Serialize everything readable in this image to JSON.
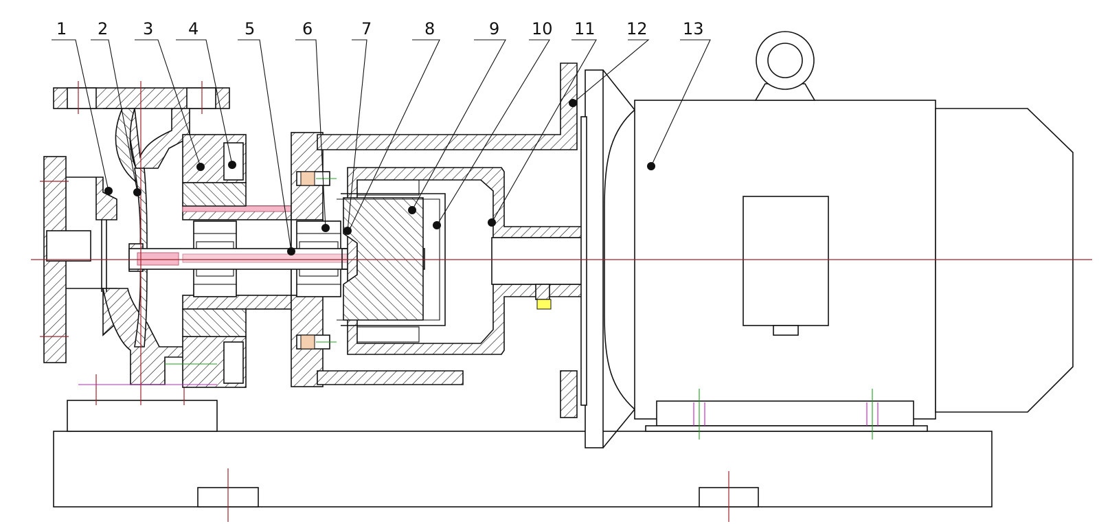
{
  "title": "",
  "callouts": [
    {
      "label": "1"
    },
    {
      "label": "2"
    },
    {
      "label": "3"
    },
    {
      "label": "4"
    },
    {
      "label": "5"
    },
    {
      "label": "6"
    },
    {
      "label": "7"
    },
    {
      "label": "8"
    },
    {
      "label": "9"
    },
    {
      "label": "10"
    },
    {
      "label": "11"
    },
    {
      "label": "12"
    },
    {
      "label": "13"
    }
  ],
  "colors": {
    "line": "#111111",
    "centerline": "#a0202a",
    "aux_green": "#1aa31a",
    "aux_magenta": "#c020c0",
    "highlight_pink": "#f4b8c8",
    "highlight_yellow": "#ffff60"
  }
}
